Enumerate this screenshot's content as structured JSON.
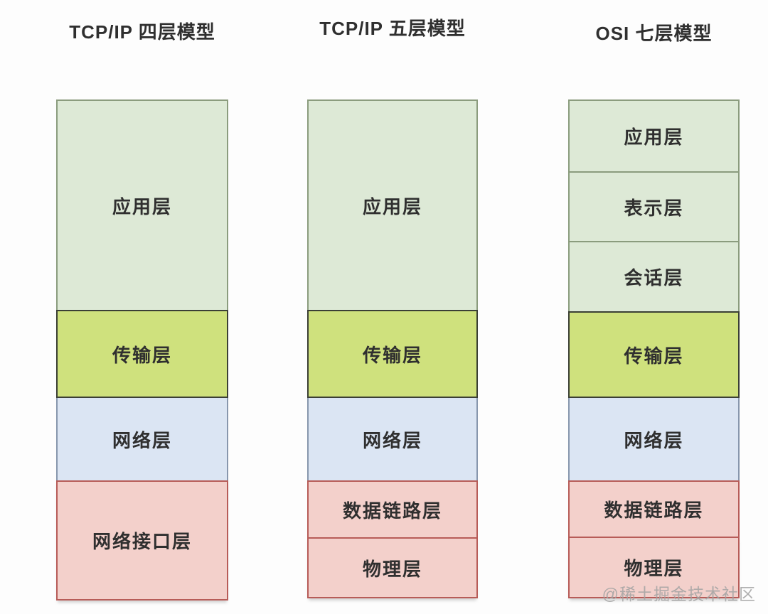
{
  "palette": {
    "green_fill": "#dde9d6",
    "green_stroke": "#8b9c7e",
    "lime_fill": "#cfe17d",
    "lime_stroke": "#3b3f35",
    "blue_fill": "#dbe5f3",
    "blue_stroke": "#8897ad",
    "red_fill": "#f3d0cb",
    "red_stroke": "#b75c58",
    "text": "#2f2f2f",
    "watermark": "#a3a3a3"
  },
  "columns": [
    {
      "title": "TCP/IP 四层模型",
      "layers": [
        {
          "label": "应用层",
          "color": "green"
        },
        {
          "label": "传输层",
          "color": "lime"
        },
        {
          "label": "网络层",
          "color": "blue"
        },
        {
          "label": "网络接口层",
          "color": "red"
        }
      ]
    },
    {
      "title": "TCP/IP 五层模型",
      "layers": [
        {
          "label": "应用层",
          "color": "green"
        },
        {
          "label": "传输层",
          "color": "lime"
        },
        {
          "label": "网络层",
          "color": "blue"
        },
        {
          "label": "数据链路层",
          "color": "red"
        },
        {
          "label": "物理层",
          "color": "red"
        }
      ]
    },
    {
      "title": "OSI 七层模型",
      "layers": [
        {
          "label": "应用层",
          "color": "green"
        },
        {
          "label": "表示层",
          "color": "green"
        },
        {
          "label": "会话层",
          "color": "green"
        },
        {
          "label": "传输层",
          "color": "lime"
        },
        {
          "label": "网络层",
          "color": "blue"
        },
        {
          "label": "数据链路层",
          "color": "red"
        },
        {
          "label": "物理层",
          "color": "red"
        }
      ]
    }
  ],
  "watermark": {
    "text": "@稀土掘金技术社区"
  }
}
